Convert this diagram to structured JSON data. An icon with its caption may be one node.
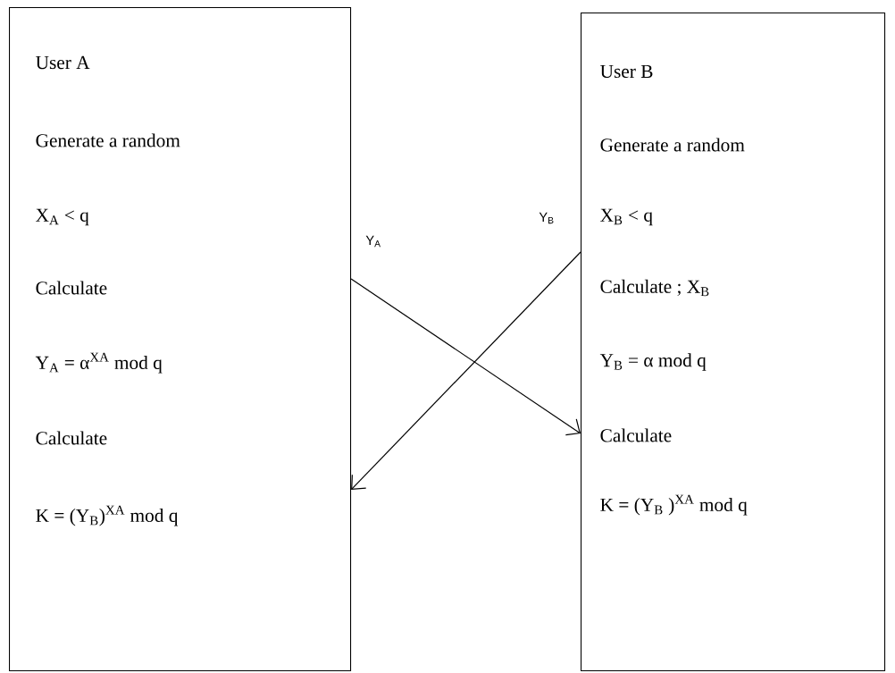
{
  "diagram": {
    "nodes": [
      {
        "text": [
          "User A",
          "Generate a random",
          "X$_{A}$ < q",
          "Calculate",
          "Y$_{A}$ = α$^{XA}$ mod q",
          "Calculate",
          "K = (Y$_{B}$)$^{XA}$ mod q"
        ]
      },
      {
        "text": [
          "User B",
          "Generate a random",
          "X$_{B}$ < q",
          "Calculate ; X$_{B}$",
          "Y$_{B}$ = α mod q",
          "Calculate",
          "K = (Y$_{B}$ )$^{XA}$ mod q"
        ]
      }
    ],
    "edges": [
      {
        "from": 0,
        "to": 1,
        "arrow": "to",
        "label": "Y$_{A}$"
      },
      {
        "from": 1,
        "to": 0,
        "arrow": "to",
        "label": "Y$_{B}$"
      }
    ]
  }
}
